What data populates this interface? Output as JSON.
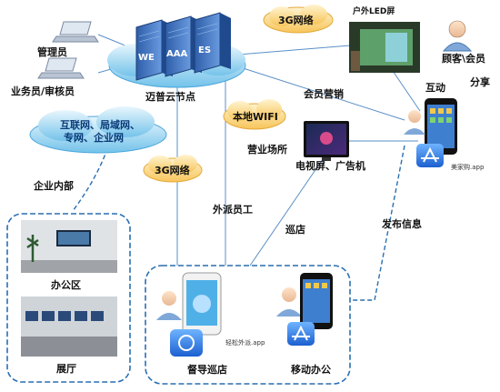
{
  "labels": {
    "admin": "管理员",
    "staff": "业务员/审核员",
    "cloud_node": "迈普云节点",
    "network_3g_top": "3G网络",
    "outdoor_led": "户外LED屏",
    "customer": "顾客\\会员",
    "interact": "互动",
    "share": "分享",
    "member_marketing": "会员营销",
    "local_wifi": "本地WIFI",
    "business_venue": "营业场所",
    "tv_screen": "电视屏、广告机",
    "app_meijia": "美家购.app",
    "network_line1": "互联网、局域网、",
    "network_line2": "专网、企业网",
    "enterprise_internal": "企业内部",
    "network_3g_mid": "3G网络",
    "field_staff": "外派员工",
    "patrol": "巡店",
    "publish_info": "发布信息",
    "office_area": "办公区",
    "showroom": "展厅",
    "app_qingsong": "轻松外派.app",
    "supervise_patrol": "督导巡店",
    "mobile_office": "移动办公"
  },
  "server_letters": [
    "WE",
    "AAA",
    "ES"
  ],
  "colors": {
    "cloud": "#5fb6e6",
    "cloud_light": "#cfe9f8",
    "yellow_cloud": "#fcd680",
    "dash": "#2a6fb0",
    "title_blue": "#0a3a78"
  }
}
